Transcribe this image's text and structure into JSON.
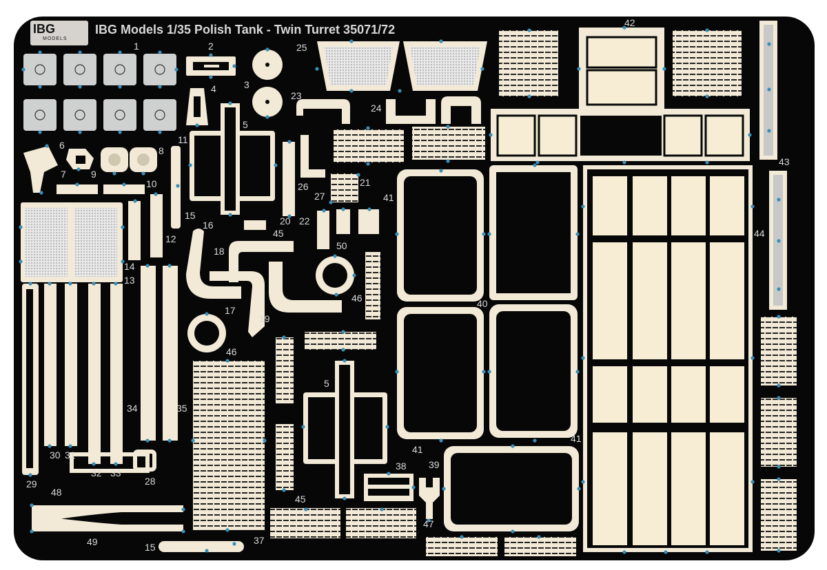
{
  "logo": {
    "main": "IBG",
    "sub": "MODELS"
  },
  "title": "IBG Models 1/35 Polish Tank - Twin Turret 35071/72",
  "part_numbers": [
    "1",
    "2",
    "3",
    "4",
    "5",
    "6",
    "7",
    "8",
    "9",
    "10",
    "11",
    "12",
    "13",
    "14",
    "15",
    "16",
    "17",
    "18",
    "19",
    "20",
    "21",
    "22",
    "23",
    "24",
    "25",
    "26",
    "27",
    "28",
    "29",
    "30",
    "31",
    "32",
    "33",
    "34",
    "35",
    "37",
    "38",
    "39",
    "40",
    "41",
    "42",
    "43",
    "44",
    "45",
    "46",
    "47",
    "48",
    "49",
    "50"
  ],
  "colors": {
    "fret": "#070707",
    "brass": "#f2ead6",
    "etch": "#c8c8c8",
    "tab": "#3a8fb7"
  }
}
